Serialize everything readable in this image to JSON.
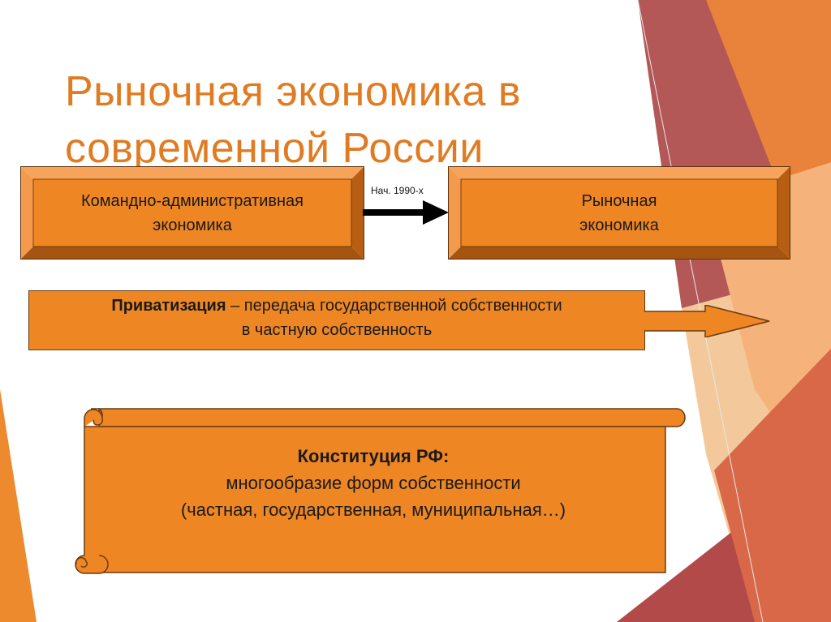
{
  "title": {
    "line1": "Рыночная экономика в",
    "line2": "современной России"
  },
  "flow": {
    "from_line1": "Командно-административная",
    "from_line2": "экономика",
    "arrow_label": "Нач. 1990-х",
    "to_line1": "Рыночная",
    "to_line2": "экономика"
  },
  "privatization": {
    "term": "Приватизация",
    "definition_line1": " – передача государственной собственности",
    "definition_line2": "в частную собственность"
  },
  "constitution": {
    "heading": "Конституция РФ:",
    "line1": "многообразие форм собственности",
    "line2": "(частная, государственная, муниципальная…)"
  },
  "colors": {
    "accent_title": "#e07b22",
    "box_fill": "#ee8624",
    "deco_red": "#b34a4a",
    "deco_orange": "#f0a050"
  }
}
